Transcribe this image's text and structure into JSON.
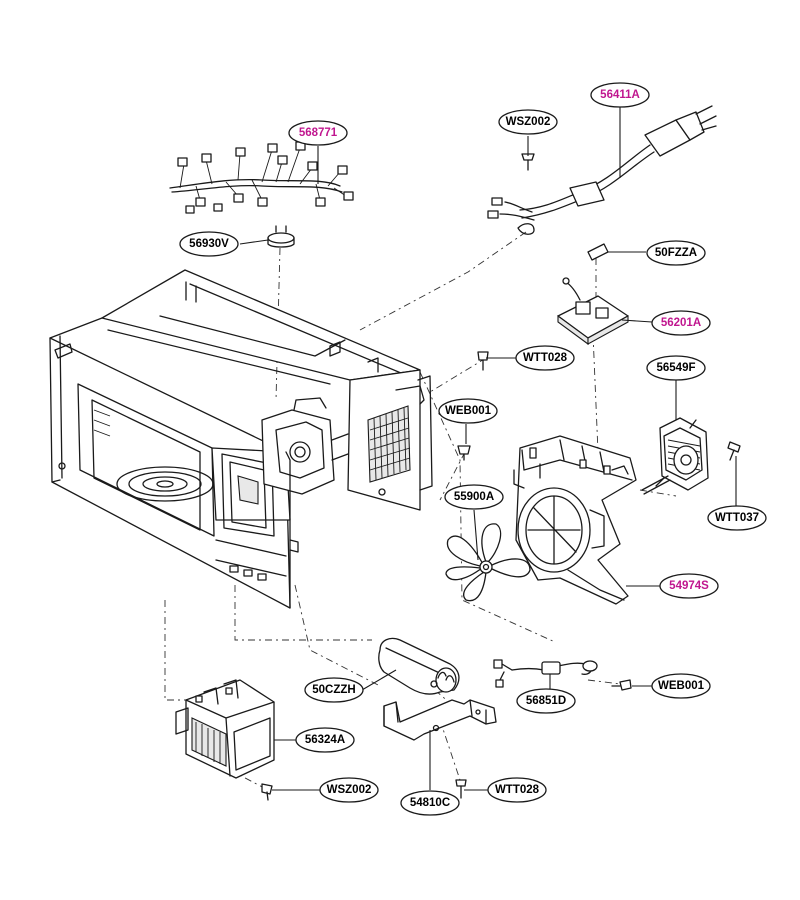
{
  "colors": {
    "line": "#1a1a1a",
    "highlight_label": "#c0168f",
    "normal_label": "#000000"
  },
  "labels": [
    {
      "id": "568771",
      "text": "568771",
      "highlight": true
    },
    {
      "id": "WSZ002-top",
      "text": "WSZ002",
      "highlight": false
    },
    {
      "id": "56411A",
      "text": "56411A",
      "highlight": true
    },
    {
      "id": "56930V",
      "text": "56930V",
      "highlight": false
    },
    {
      "id": "50FZZA",
      "text": "50FZZA",
      "highlight": false
    },
    {
      "id": "56201A",
      "text": "56201A",
      "highlight": true
    },
    {
      "id": "WTT028-top",
      "text": "WTT028",
      "highlight": false
    },
    {
      "id": "56549F",
      "text": "56549F",
      "highlight": false
    },
    {
      "id": "WEB001-mid",
      "text": "WEB001",
      "highlight": false
    },
    {
      "id": "55900A",
      "text": "55900A",
      "highlight": false
    },
    {
      "id": "WTT037",
      "text": "WTT037",
      "highlight": false
    },
    {
      "id": "54974S",
      "text": "54974S",
      "highlight": true
    },
    {
      "id": "50CZZH",
      "text": "50CZZH",
      "highlight": false
    },
    {
      "id": "WEB001-low",
      "text": "WEB001",
      "highlight": false
    },
    {
      "id": "56851D",
      "text": "56851D",
      "highlight": false
    },
    {
      "id": "56324A",
      "text": "56324A",
      "highlight": false
    },
    {
      "id": "WSZ002-low",
      "text": "WSZ002",
      "highlight": false
    },
    {
      "id": "54810C",
      "text": "54810C",
      "highlight": false
    },
    {
      "id": "WTT028-low",
      "text": "WTT028",
      "highlight": false
    }
  ]
}
